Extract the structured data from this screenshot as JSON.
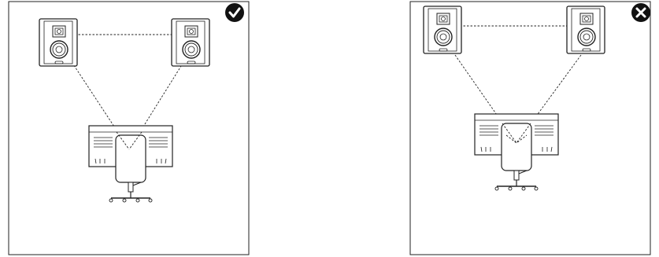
{
  "panels": [
    {
      "name": "correct-setup",
      "status": "correct",
      "status_icon": "check-circle-icon"
    },
    {
      "name": "incorrect-setup",
      "status": "incorrect",
      "status_icon": "x-circle-icon"
    }
  ],
  "colors": {
    "line": "#222222",
    "badge": "#111111",
    "badge_mark": "#ffffff",
    "background": "#ffffff"
  }
}
